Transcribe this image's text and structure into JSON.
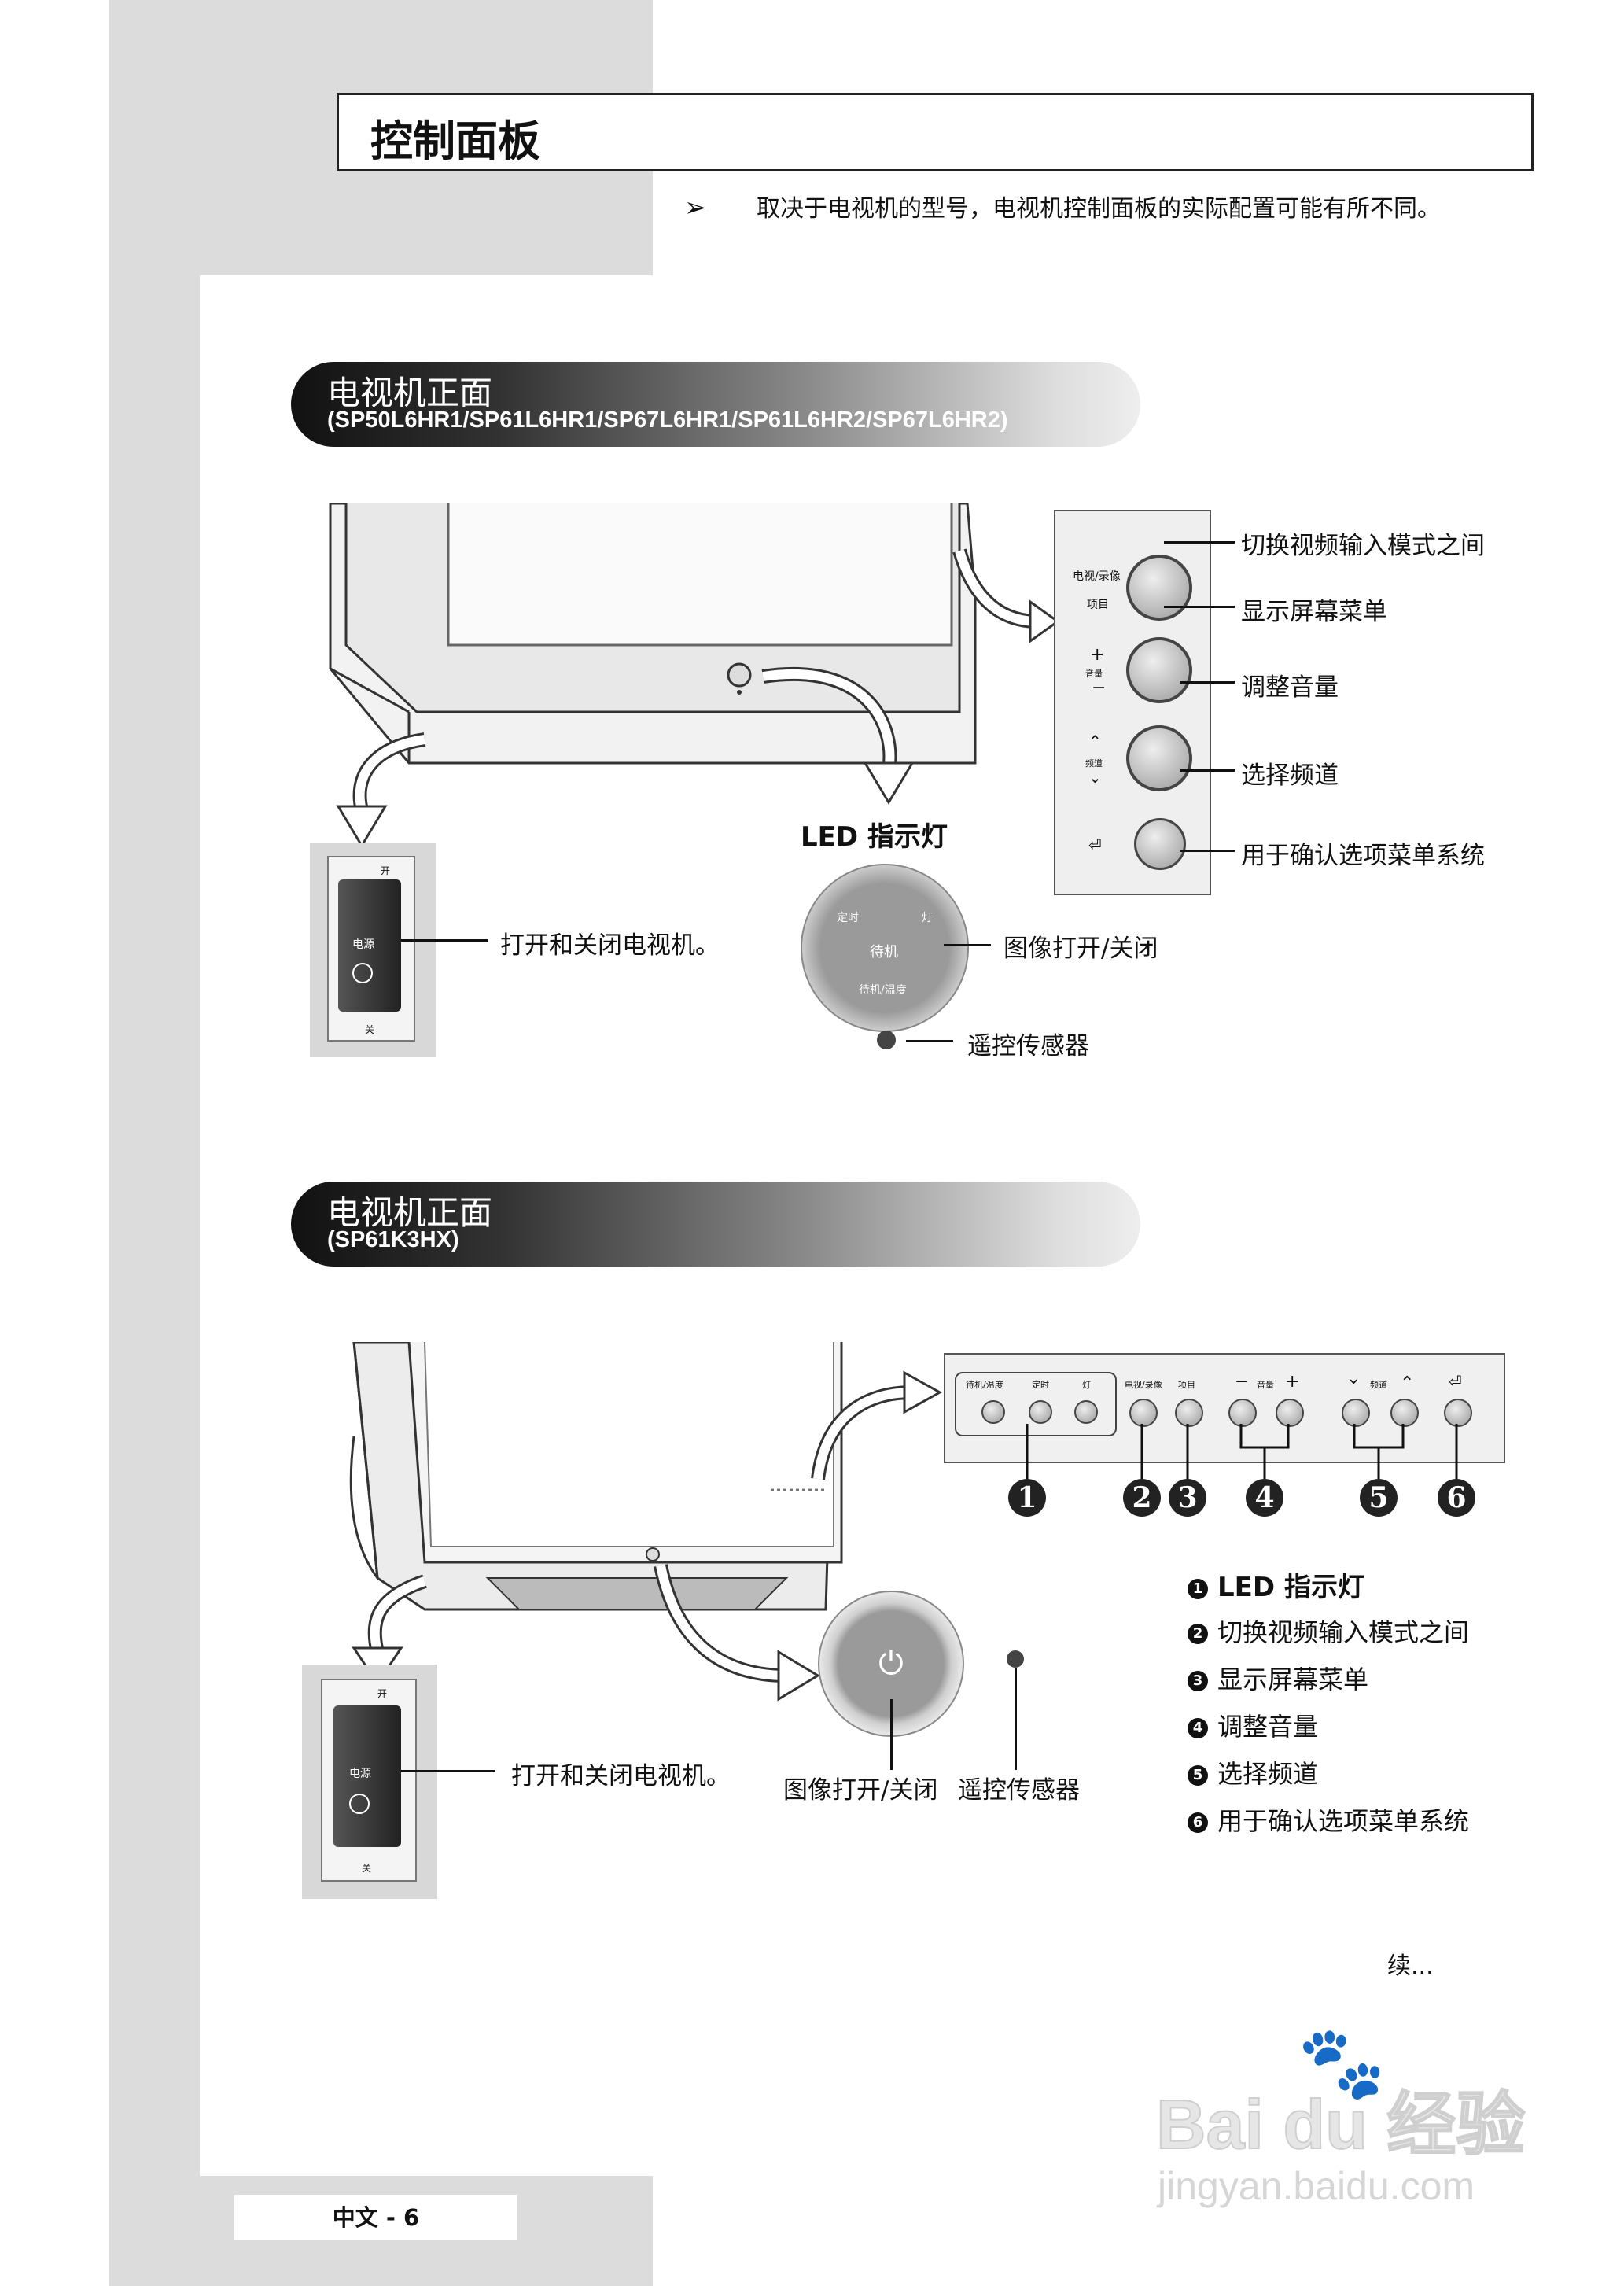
{
  "header": {
    "title": "控制面板",
    "note": "取决于电视机的型号，电视机控制面板的实际配置可能有所不同。"
  },
  "section1": {
    "heading": "电视机正面",
    "models": "(SP50L6HR1/SP61L6HR1/SP67L6HR1/SP61L6HR2/SP67L6HR2)",
    "panel": {
      "tv_av_label": "电视/录像",
      "menu_label": "项目",
      "vol_label": "音量",
      "ch_label": "频道"
    },
    "callouts": {
      "tv_av": "切换视频输入模式之间",
      "menu": "显示屏幕菜单",
      "volume": "调整音量",
      "channel": "选择频道",
      "enter": "用于确认选项菜单系统"
    },
    "switch": {
      "on": "开",
      "off": "关",
      "power": "电源",
      "callout": "打开和关闭电视机。"
    },
    "led": {
      "title": "LED 指示灯",
      "timer": "定时",
      "lamp": "灯",
      "standby": "待机",
      "standby_temp": "待机/温度",
      "picture_callout": "图像打开/关闭",
      "remote_sensor": "遥控传感器"
    }
  },
  "section2": {
    "heading": "电视机正面",
    "models": "(SP61K3HX)",
    "strip": {
      "standby_temp": "待机/温度",
      "timer": "定时",
      "lamp": "灯",
      "tv_av": "电视/录像",
      "menu": "项目",
      "volume": "音量",
      "channel": "频道"
    },
    "numbers": [
      "1",
      "2",
      "3",
      "4",
      "5",
      "6"
    ],
    "switch_callout": "打开和关闭电视机。",
    "power_callout": "图像打开/关闭",
    "sensor_callout": "遥控传感器",
    "legend": [
      "LED 指示灯",
      "切换视频输入模式之间",
      "显示屏幕菜单",
      "调整音量",
      "选择频道",
      "用于确认选项菜单系统"
    ]
  },
  "continued": "续...",
  "footer": {
    "page": "中文 - 6"
  },
  "watermark": {
    "brand": "Bai du 经验",
    "url": "jingyan.baidu.com"
  }
}
